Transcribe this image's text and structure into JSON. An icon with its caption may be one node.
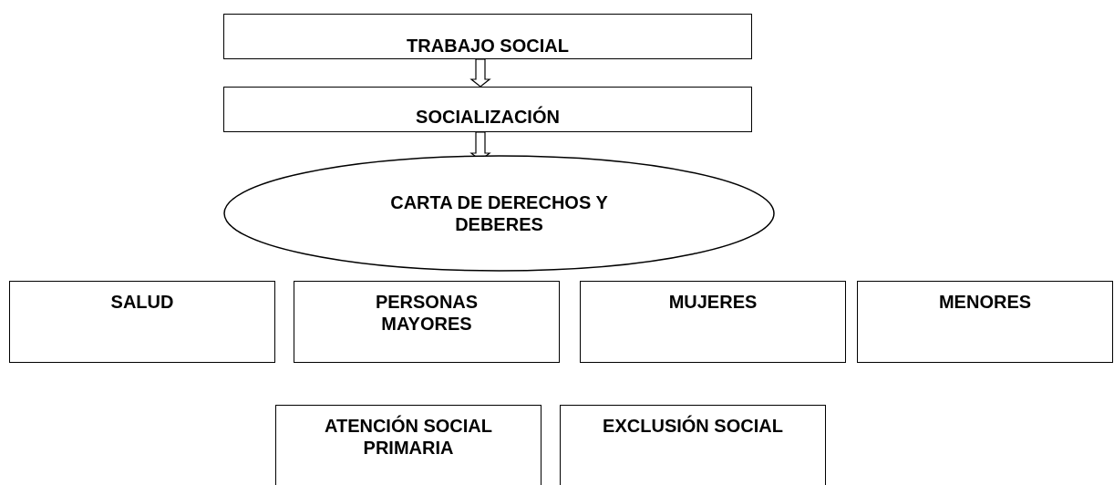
{
  "diagram": {
    "nodes": [
      {
        "text": [
          "TRABAJO SOCIAL"
        ]
      },
      {
        "text": [
          "SOCIALIZACIÓN"
        ]
      },
      {
        "text": [
          "CARTA DE DERECHOS Y DEBERES"
        ]
      },
      {
        "text": [
          "SALUD"
        ]
      },
      {
        "text": [
          "PERSONAS MAYORES"
        ]
      },
      {
        "text": [
          "MUJERES"
        ]
      },
      {
        "text": [
          "MENORES"
        ]
      },
      {
        "text": [
          "ATENCIÓN SOCIAL PRIMARIA"
        ]
      },
      {
        "text": [
          "EXCLUSIÓN SOCIAL"
        ]
      }
    ],
    "edges": [
      {
        "from": 0,
        "to": 1,
        "arrow": "to"
      },
      {
        "from": 1,
        "to": 2,
        "arrow": "to"
      }
    ]
  }
}
